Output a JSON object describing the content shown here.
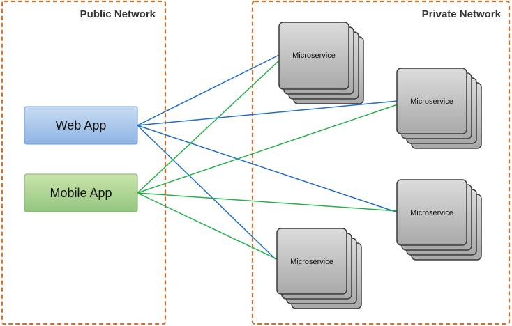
{
  "zones": {
    "public": {
      "label": "Public Network"
    },
    "private": {
      "label": "Private Network"
    }
  },
  "apps": [
    {
      "id": "web",
      "label": "Web App",
      "fill_top": "#c5d9f1",
      "fill_bottom": "#8db3e2",
      "stroke": "#6f9bd1"
    },
    {
      "id": "mobile",
      "label": "Mobile App",
      "fill_top": "#c6e3a7",
      "fill_bottom": "#93c47d",
      "stroke": "#7fb069"
    }
  ],
  "microservices": [
    {
      "id": "ms1",
      "label": "Microservice"
    },
    {
      "id": "ms2",
      "label": "Microservice"
    },
    {
      "id": "ms3",
      "label": "Microservice"
    },
    {
      "id": "ms4",
      "label": "Microservice"
    }
  ],
  "connections": [
    {
      "from": "web",
      "to": "ms1"
    },
    {
      "from": "web",
      "to": "ms2"
    },
    {
      "from": "web",
      "to": "ms3"
    },
    {
      "from": "web",
      "to": "ms4"
    },
    {
      "from": "mobile",
      "to": "ms1"
    },
    {
      "from": "mobile",
      "to": "ms2"
    },
    {
      "from": "mobile",
      "to": "ms3"
    },
    {
      "from": "mobile",
      "to": "ms4"
    }
  ],
  "colors": {
    "zone_border": "#d0702a",
    "web_line": "#1f6fc5",
    "mobile_line": "#25b04a",
    "ms_fill_top": "#d9d9d9",
    "ms_fill_bottom": "#a6a6a6",
    "ms_stroke": "#3a3a3a"
  }
}
